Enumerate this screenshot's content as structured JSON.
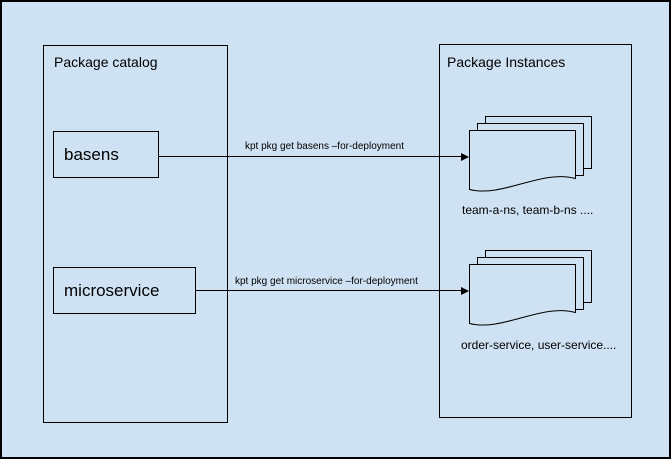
{
  "colors": {
    "background": "#cfe2f3",
    "line": "#000000"
  },
  "catalog": {
    "title": "Package catalog",
    "packages": [
      {
        "label": "basens"
      },
      {
        "label": "microservice"
      }
    ]
  },
  "instances": {
    "title": "Package Instances",
    "stacks": [
      {
        "caption": "team-a-ns, team-b-ns ...."
      },
      {
        "caption": "order-service, user-service...."
      }
    ]
  },
  "arrows": [
    {
      "label": "kpt pkg get basens –for-deployment"
    },
    {
      "label": "kpt pkg get microservice –for-deployment"
    }
  ]
}
